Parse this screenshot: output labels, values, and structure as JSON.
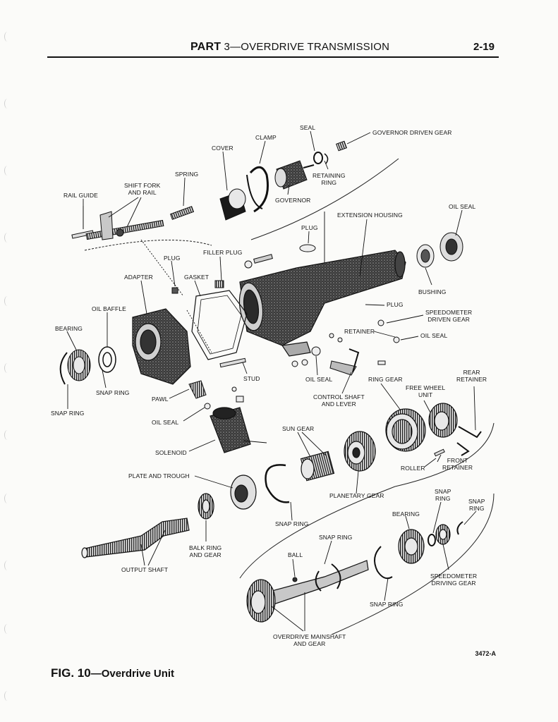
{
  "header": {
    "part_label": "PART",
    "section_title": "3—OVERDRIVE TRANSMISSION",
    "page_number": "2-19"
  },
  "diagram": {
    "labels": {
      "seal": "SEAL",
      "governor_driven_gear": "GOVERNOR DRIVEN GEAR",
      "clamp": "CLAMP",
      "cover": "COVER",
      "retaining_ring": "RETAINING\nRING",
      "governor": "GOVERNOR",
      "spring": "SPRING",
      "shift_fork_and_rail": "SHIFT FORK\nAND RAIL",
      "rail_guide": "RAIL GUIDE",
      "oil_seal_top": "OIL SEAL",
      "extension_housing": "EXTENSION HOUSING",
      "plug_top": "PLUG",
      "filler_plug": "FILLER PLUG",
      "plug_left": "PLUG",
      "adapter": "ADAPTER",
      "gasket": "GASKET",
      "bushing": "BUSHING",
      "plug_right": "PLUG",
      "speedometer_driven_gear": "SPEEDOMETER\nDRIVEN GEAR",
      "oil_baffle": "OIL BAFFLE",
      "retainer": "RETAINER",
      "oil_seal_right": "OIL SEAL",
      "bearing_left": "BEARING",
      "rear_retainer": "REAR\nRETAINER",
      "stud": "STUD",
      "oil_seal_mid": "OIL SEAL",
      "ring_gear": "RING GEAR",
      "free_wheel_unit": "FREE WHEEL\nUNIT",
      "snap_ring_left": "SNAP RING",
      "control_shaft_and_lever": "CONTROL SHAFT\nAND LEVER",
      "pawl": "PAWL",
      "snap_ring_far_left": "SNAP RING",
      "oil_seal_left": "OIL SEAL",
      "sun_gear": "SUN GEAR",
      "solenoid": "SOLENOID",
      "front_retainer": "FRONT\nRETAINER",
      "roller": "ROLLER",
      "plate_and_trough": "PLATE AND TROUGH",
      "snap_ring_upper_right": "SNAP\nRING",
      "snap_ring_far_right": "SNAP\nRING",
      "planetary_gear": "PLANETARY GEAR",
      "bearing_right": "BEARING",
      "snap_ring_center": "SNAP RING",
      "snap_ring_mid": "SNAP RING",
      "balk_ring_and_gear": "BALK RING\nAND GEAR",
      "ball": "BALL",
      "output_shaft": "OUTPUT SHAFT",
      "speedometer_driving_gear": "SPEEDOMETER\nDRIVING GEAR",
      "snap_ring_lower": "SNAP RING",
      "overdrive_mainshaft_and_gear": "OVERDRIVE MAINSHAFT\nAND GEAR"
    },
    "drawing_number": "3472-A"
  },
  "caption": {
    "figure": "FIG. 10",
    "text": "—Overdrive Unit"
  }
}
